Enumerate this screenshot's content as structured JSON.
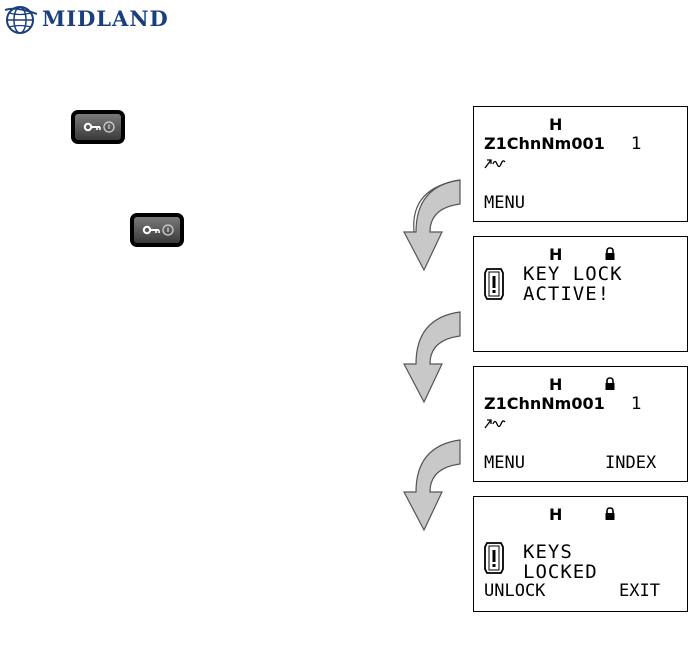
{
  "brand": {
    "logo_text": "MIDLAND",
    "logo_mark": "globe-icon",
    "brand_color": "#1a3e7e"
  },
  "key_buttons": [
    {
      "icon": "key-lock-button-icon"
    },
    {
      "icon": "key-lock-button-icon"
    }
  ],
  "screens": [
    {
      "power": "H",
      "lock_icon": false,
      "channel_name": "Z1ChnNm001",
      "channel_number": "1",
      "scan_icon": "scan-wave-icon",
      "left_softkey": "MENU",
      "right_softkey": ""
    },
    {
      "power": "H",
      "lock_icon": true,
      "alert_icon": "exclamation-icon",
      "message_line1": "KEY LOCK",
      "message_line2": "ACTIVE!"
    },
    {
      "power": "H",
      "lock_icon": true,
      "channel_name": "Z1ChnNm001",
      "channel_number": "1",
      "scan_icon": "scan-wave-icon",
      "left_softkey": "MENU",
      "right_softkey": "INDEX"
    },
    {
      "power": "H",
      "lock_icon": true,
      "alert_icon": "exclamation-icon",
      "message_line1": "KEYS",
      "message_line2": "LOCKED",
      "left_softkey": "UNLOCK",
      "right_softkey": "EXIT"
    }
  ],
  "arrow_color": "#c8c8c8"
}
